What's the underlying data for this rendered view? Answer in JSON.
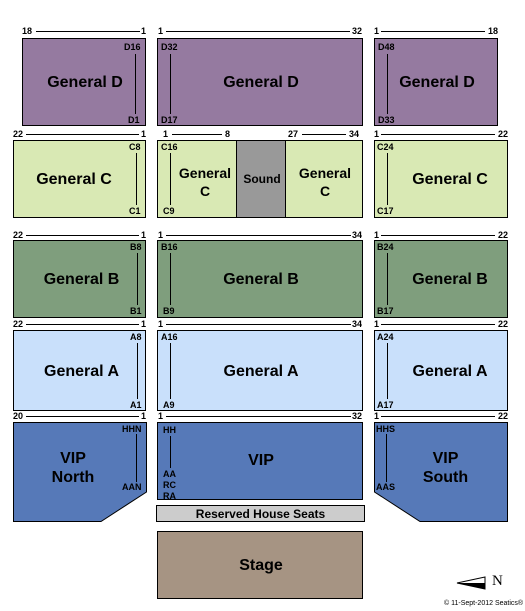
{
  "sections": {
    "d_left": {
      "name": "General D",
      "top_left": "18",
      "top_right": "1",
      "row_top": "D16",
      "row_bottom": "D1"
    },
    "d_mid": {
      "name": "General D",
      "top_left": "1",
      "top_right": "32",
      "row_top": "D32",
      "row_bottom": "D17"
    },
    "d_right": {
      "name": "General D",
      "top_left": "1",
      "top_right": "18",
      "row_top": "D48",
      "row_bottom": "D33"
    },
    "c_left": {
      "name": "General C",
      "top_left": "22",
      "top_right": "1",
      "row_top": "C8",
      "row_bottom": "C1"
    },
    "c_mid_left": {
      "name_line1": "General",
      "name_line2": "C",
      "top_left": "1",
      "top_right": "8",
      "row_top": "C16",
      "row_bottom": "C9"
    },
    "sound": {
      "name": "Sound"
    },
    "c_mid_right": {
      "name_line1": "General",
      "name_line2": "C",
      "top_left": "27",
      "top_right": "34"
    },
    "c_right": {
      "name": "General C",
      "top_left": "1",
      "top_right": "22",
      "row_top": "C24",
      "row_bottom": "C17"
    },
    "b_left": {
      "name": "General B",
      "top_left": "22",
      "top_right": "1",
      "row_top": "B8",
      "row_bottom": "B1"
    },
    "b_mid": {
      "name": "General B",
      "top_left": "1",
      "top_right": "34",
      "row_top": "B16",
      "row_bottom": "B9"
    },
    "b_right": {
      "name": "General B",
      "top_left": "1",
      "top_right": "22",
      "row_top": "B24",
      "row_bottom": "B17"
    },
    "a_left": {
      "name": "General A",
      "top_left": "22",
      "top_right": "1",
      "row_top": "A8",
      "row_bottom": "A1"
    },
    "a_mid": {
      "name": "General A",
      "top_left": "1",
      "top_right": "34",
      "row_top": "A16",
      "row_bottom": "A9"
    },
    "a_right": {
      "name": "General A",
      "top_left": "1",
      "top_right": "22",
      "row_top": "A24",
      "row_bottom": "A17"
    },
    "vip_left": {
      "name_line1": "VIP",
      "name_line2": "North",
      "top_left": "20",
      "top_right": "1",
      "row_top": "HHN",
      "row_bottom": "AAN"
    },
    "vip_mid": {
      "name": "VIP",
      "top_left": "1",
      "top_right": "32",
      "row_top": "HH",
      "row_b1": "AA",
      "row_b2": "RC",
      "row_b3": "RA"
    },
    "vip_right": {
      "name_line1": "VIP",
      "name_line2": "South",
      "top_left": "1",
      "top_right": "22",
      "row_top": "HHS",
      "row_bottom": "AAS"
    }
  },
  "reserved": "Reserved House Seats",
  "stage": "Stage",
  "compass": "N",
  "copyright": "© 11-Sept-2012 Seatics®"
}
